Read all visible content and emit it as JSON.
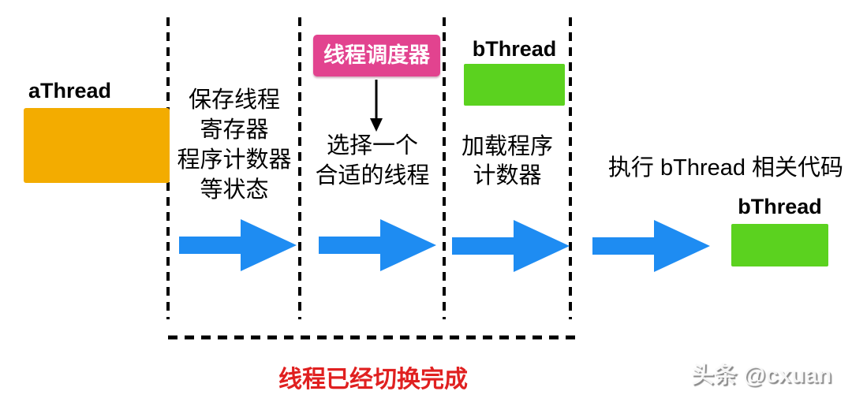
{
  "stage_left": {
    "label": "aThread"
  },
  "step1": {
    "lines": [
      "保存线程",
      "寄存器",
      "程序计数器",
      "等状态"
    ]
  },
  "step2": {
    "scheduler_label": "线程调度器",
    "lines": [
      "选择一个",
      "合适的线程"
    ]
  },
  "step3": {
    "thread_label": "bThread",
    "lines": [
      "加载程序",
      "计数器"
    ]
  },
  "result": {
    "caption": "执行 bThread 相关代码",
    "thread_label": "bThread"
  },
  "footer": {
    "caption": "线程已经切换完成"
  },
  "watermark": {
    "text": "头条 @cxuan"
  },
  "colors": {
    "athread_orange": "#F3AC00",
    "bthread_green": "#5BD21F",
    "scheduler_pink": "#E2438F",
    "arrow_blue": "#1E8CF2",
    "caption_red": "#E02020",
    "line_black": "#000000"
  }
}
